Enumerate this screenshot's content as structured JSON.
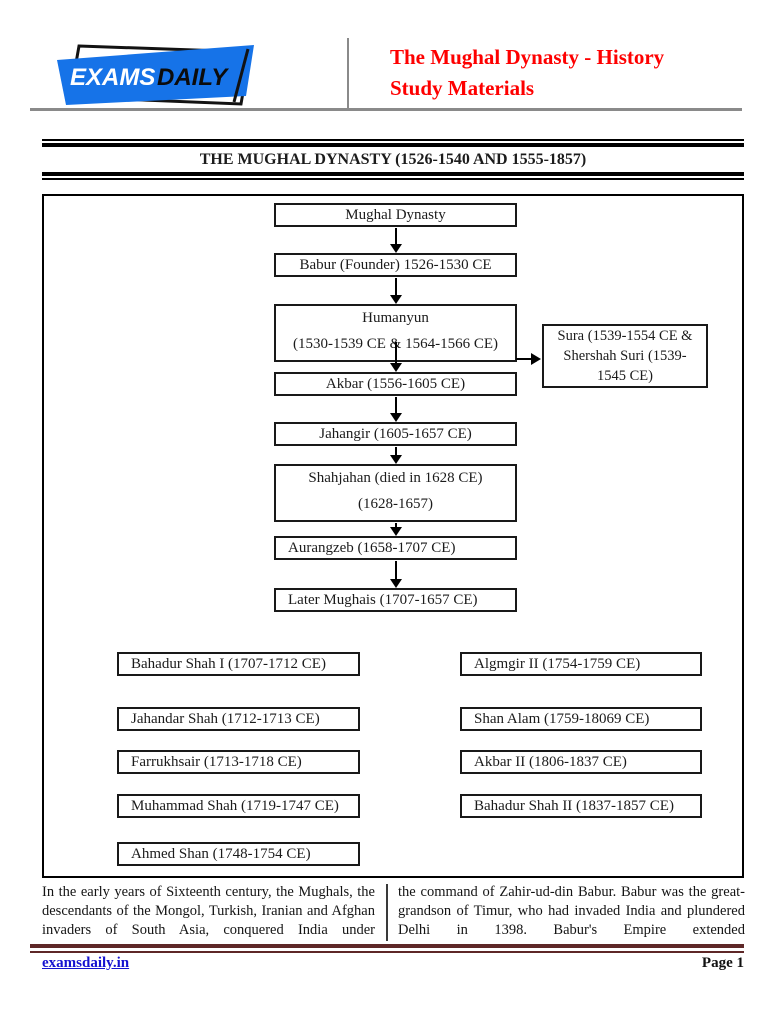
{
  "header": {
    "logo": {
      "word1": "EXAMS",
      "word2": "DAILY"
    },
    "title_line1": "The Mughal Dynasty - History",
    "title_line2": "Study Materials"
  },
  "section_title": "THE MUGHAL DYNASTY (1526-1540 AND 1555-1857)",
  "flowchart": {
    "chain": [
      {
        "label": "Mughal Dynasty"
      },
      {
        "label": "Babur (Founder) 1526-1530 CE"
      },
      {
        "line1": "Humanyun",
        "line2": "(1530-1539 CE & 1564-1566 CE)"
      },
      {
        "label": "Akbar (1556-1605 CE)"
      },
      {
        "label": "Jahangir (1605-1657 CE)"
      },
      {
        "line1": "Shahjahan (died in 1628 CE)",
        "line2": "(1628-1657)"
      },
      {
        "label": "Aurangzeb (1658-1707 CE)"
      },
      {
        "label": "Later Mughais (1707-1657 CE)"
      }
    ],
    "side_box": {
      "line1": "Sura (1539-1554 CE &",
      "line2": "Shershah Suri (1539-",
      "line3": "1545 CE)"
    },
    "left_column": [
      "Bahadur Shah I (1707-1712 CE)",
      "Jahandar Shah (1712-1713 CE)",
      "Farrukhsair (1713-1718 CE)",
      "Muhammad Shah (1719-1747 CE)",
      "Ahmed Shan (1748-1754 CE)"
    ],
    "right_column": [
      "Algmgir II (1754-1759 CE)",
      "Shan Alam (1759-18069 CE)",
      "Akbar II (1806-1837 CE)",
      "Bahadur Shah II (1837-1857 CE)"
    ]
  },
  "body_text": {
    "left": "In the early years of Sixteenth century, the Mughals, the descendants of the Mongol, Turkish, Iranian and Afghan invaders of South Asia, conquered India under",
    "right": "the command of Zahir-ud-din Babur. Babur was the great-grandson of Timur, who had invaded India and plundered Delhi in 1398. Babur's Empire extended"
  },
  "footer": {
    "link_label": "examsdaily.in",
    "page_label": "Page 1"
  },
  "colors": {
    "accent_red": "#fe0000",
    "logo_blue": "#1673e8",
    "footer_rule": "#5e2727",
    "link_blue": "#1512d0",
    "rule_gray": "#8a8a8a"
  }
}
